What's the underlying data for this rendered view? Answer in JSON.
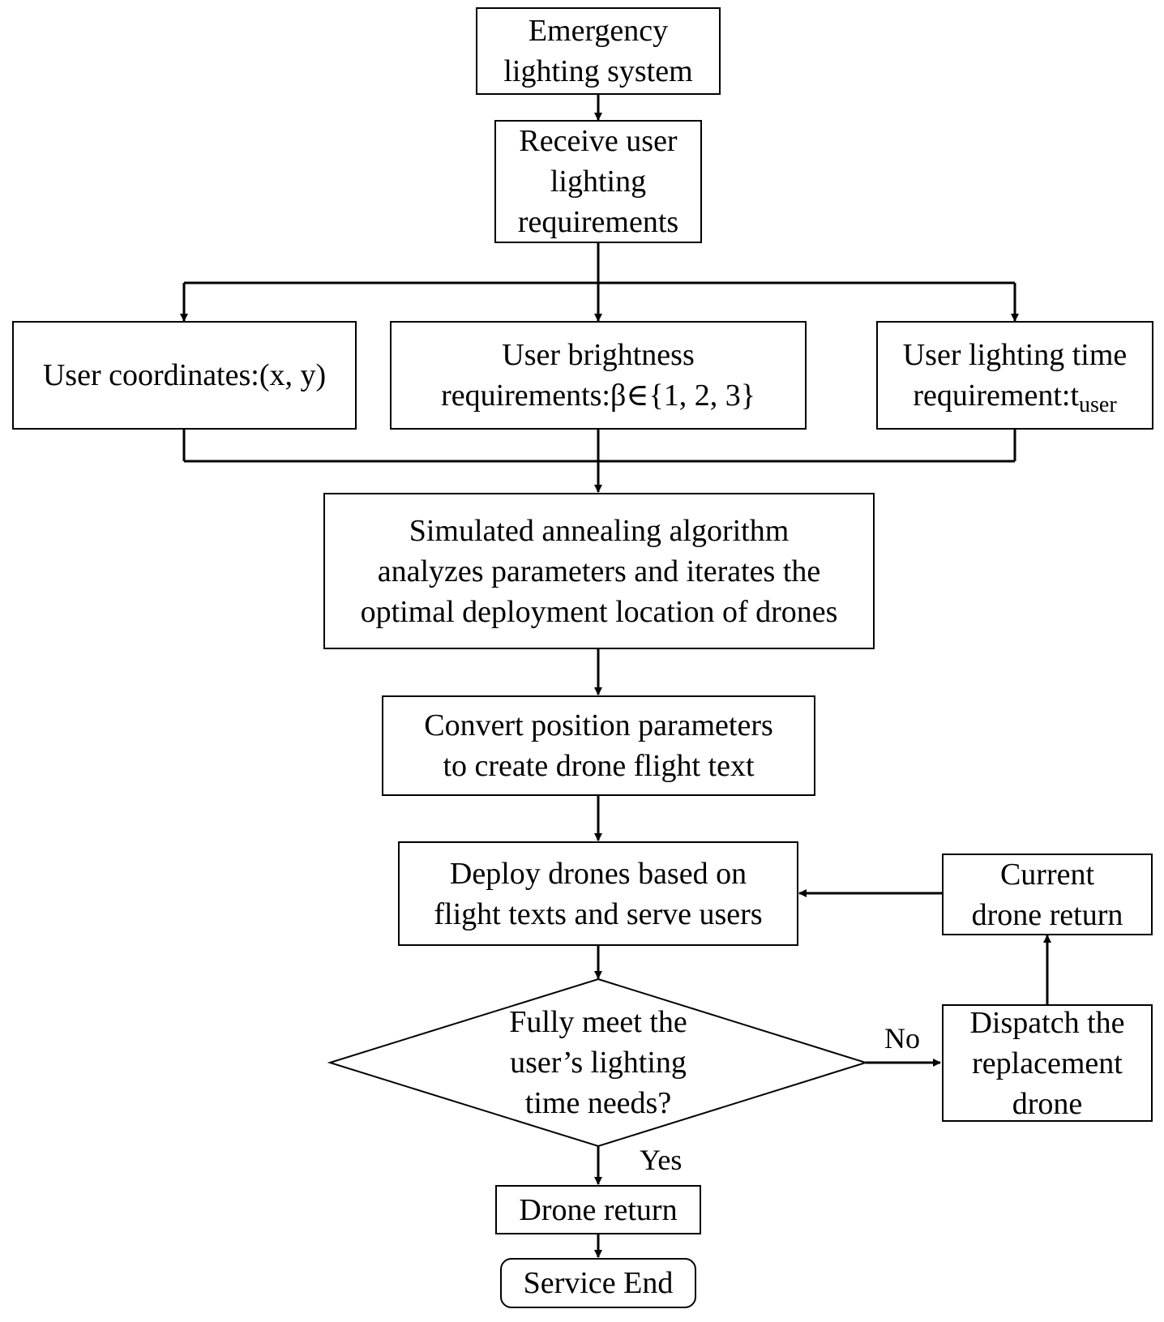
{
  "nodes": {
    "emergency": "Emergency\nlighting system",
    "receive": "Receive user\nlighting\nrequirements",
    "coords": "User coordinates:(x,   y)",
    "brightness": "User brightness\nrequirements:β∈{1,   2,   3}",
    "time_prefix": "User lighting time\nrequirement:t",
    "time_sub": "user",
    "annealing": "Simulated annealing algorithm\nanalyzes parameters and iterates the\noptimal deployment location of drones",
    "convert": "Convert position parameters\nto create drone flight text",
    "deploy": "Deploy drones based on\nflight texts and serve users",
    "decision": "Fully meet the\nuser’s lighting\ntime needs?",
    "dispatch": "Dispatch the\nreplacement\ndrone",
    "current_return": "Current\ndrone return",
    "drone_return": "Drone return",
    "service_end": "Service End"
  },
  "edges": {
    "no_label": "No",
    "yes_label": "Yes"
  }
}
